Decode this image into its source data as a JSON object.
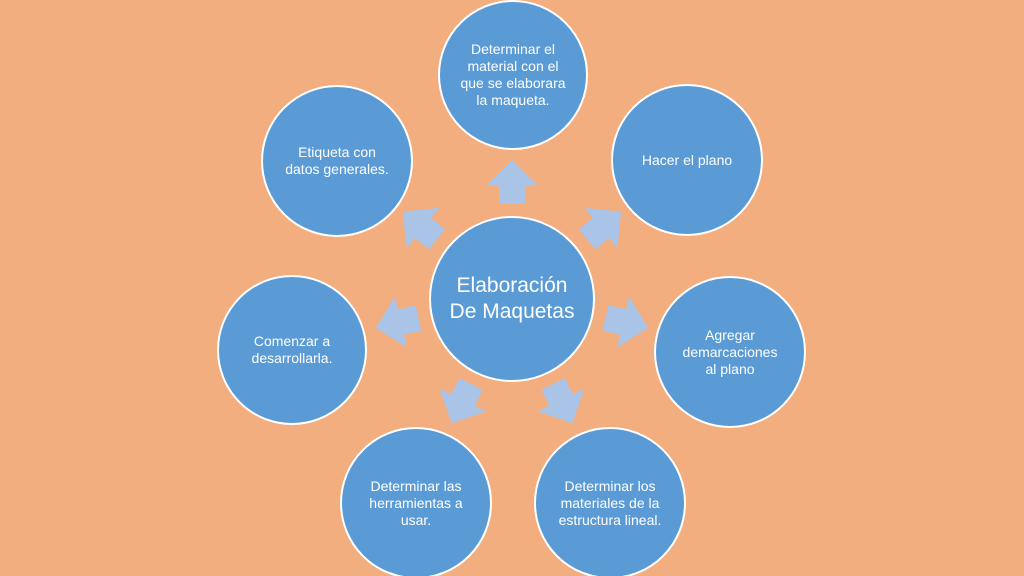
{
  "diagram": {
    "center": "Elaboración De Maquetas",
    "nodes": [
      "Determinar el material con el que se elaborara la maqueta.",
      "Hacer el plano",
      "Agregar demarcaciones al plano",
      "Determinar los materiales de la estructura lineal.",
      "Determinar las herramientas a usar.",
      "Comenzar a desarrollarla.",
      "Etiqueta con datos generales."
    ]
  },
  "colors": {
    "background": "#F3AE80",
    "node_fill": "#5B9BD5",
    "node_border": "#FFFFFF",
    "arrow_fill": "#A9C4E6",
    "text": "#FFFFFF"
  }
}
